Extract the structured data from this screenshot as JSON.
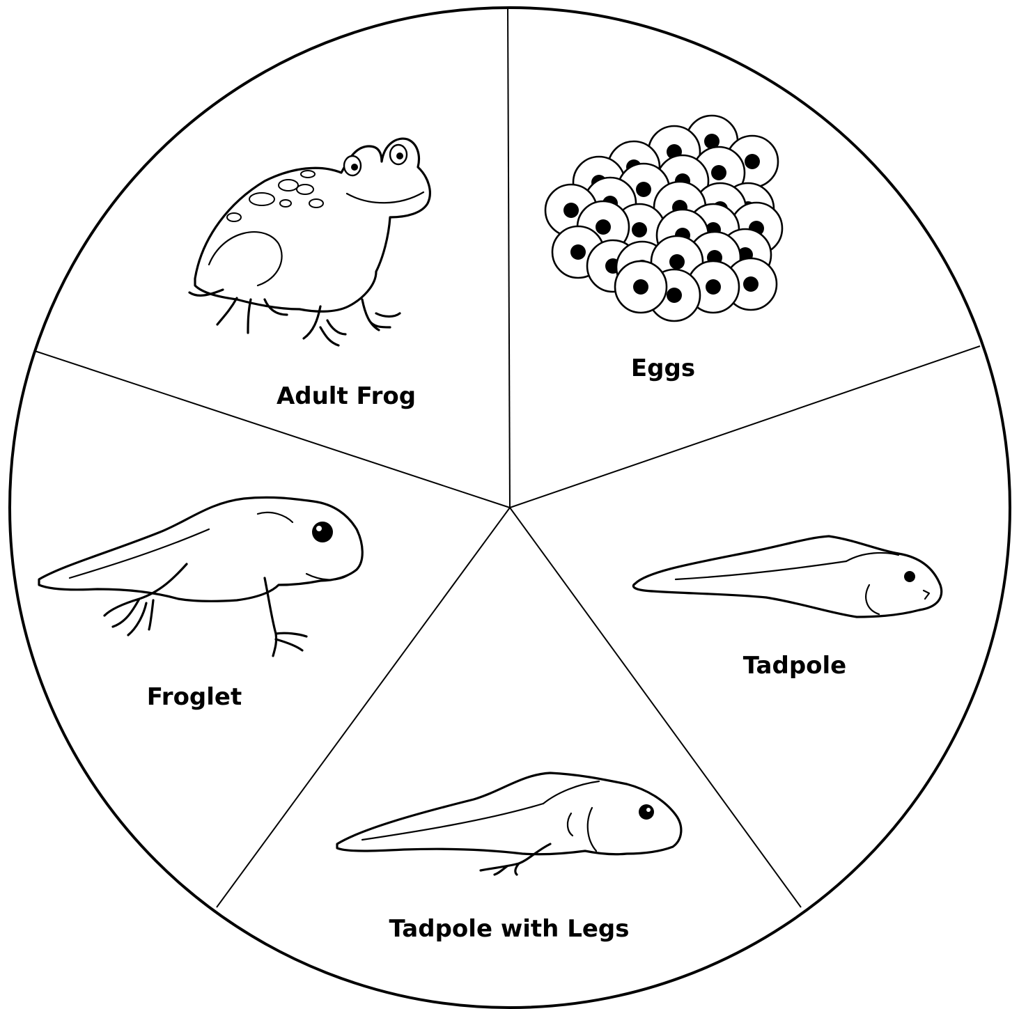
{
  "diagram": {
    "colors": {
      "line": "#000000",
      "background": "#ffffff"
    },
    "stages": [
      {
        "id": "eggs",
        "label": "Eggs",
        "icon": "egg-cluster-icon"
      },
      {
        "id": "tadpole",
        "label": "Tadpole",
        "icon": "tadpole-icon"
      },
      {
        "id": "tadpole-with-legs",
        "label": "Tadpole with Legs",
        "icon": "tadpole-with-legs-icon"
      },
      {
        "id": "froglet",
        "label": "Froglet",
        "icon": "froglet-icon"
      },
      {
        "id": "adult-frog",
        "label": "Adult Frog",
        "icon": "adult-frog-icon"
      }
    ]
  }
}
